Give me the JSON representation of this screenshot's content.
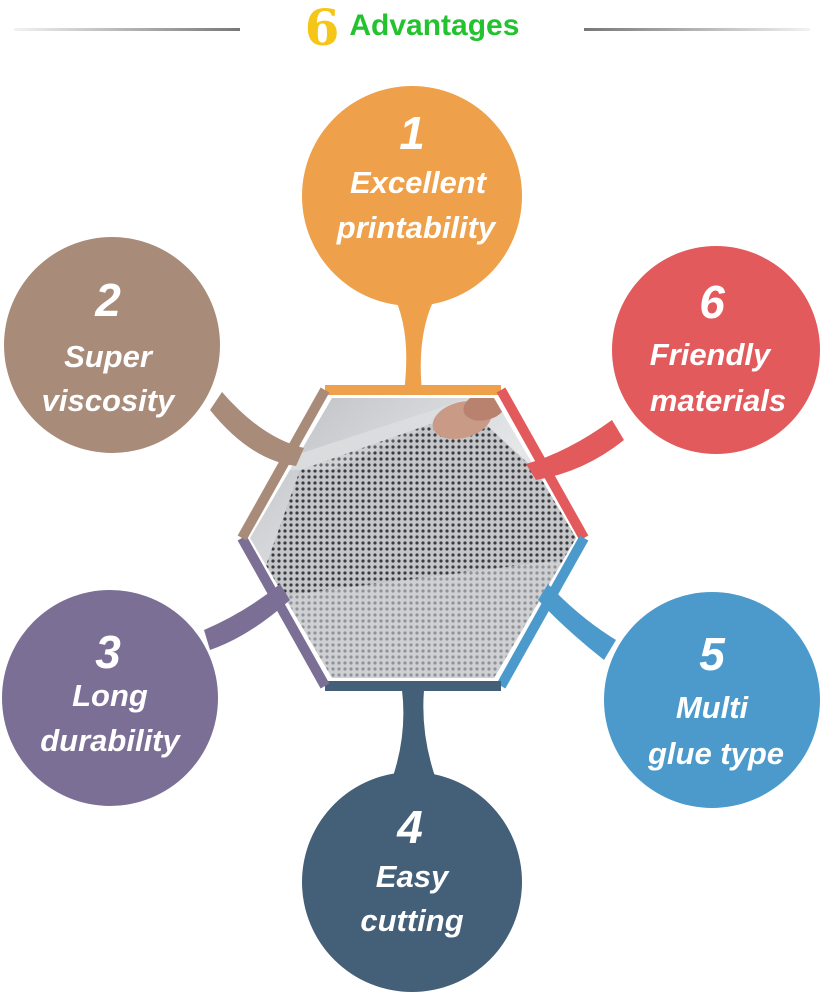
{
  "header": {
    "number": "6",
    "title": "Advantages"
  },
  "advantages": [
    {
      "number": "1",
      "line1": "Excellent",
      "line2": "printability",
      "color": "#eea04a"
    },
    {
      "number": "2",
      "line1": "Super",
      "line2": "viscosity",
      "color": "#a88b78"
    },
    {
      "number": "3",
      "line1": "Long",
      "line2": "durability",
      "color": "#7b6f96"
    },
    {
      "number": "4",
      "line1": "Easy",
      "line2": "cutting",
      "color": "#445f78"
    },
    {
      "number": "5",
      "line1": "Multi",
      "line2": "glue type",
      "color": "#4b9acb"
    },
    {
      "number": "6",
      "line1": "Friendly",
      "line2": "materials",
      "color": "#e25a5c"
    }
  ],
  "center_image": {
    "description_icon": "perforated-film-photo"
  }
}
